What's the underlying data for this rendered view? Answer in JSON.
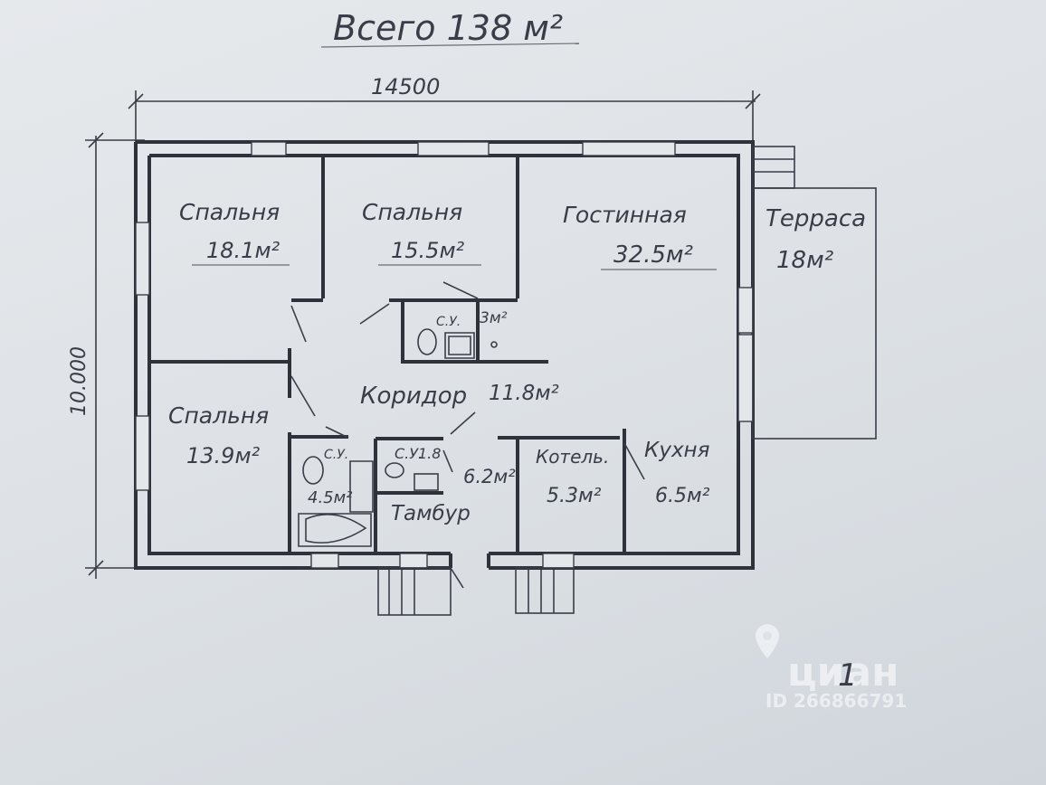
{
  "plan": {
    "title": "Всего 138 м²",
    "dimensions": {
      "width": "14500",
      "height": "10.000"
    },
    "rooms": [
      {
        "name": "Спальня",
        "area": "18.1м²"
      },
      {
        "name": "Спальня",
        "area": "15.5м²"
      },
      {
        "name": "Гостинная",
        "area": "32.5м²"
      },
      {
        "name": "Терраса",
        "area": "18м²"
      },
      {
        "name": "С.У.",
        "area": "3м²"
      },
      {
        "name": "Коридор",
        "area": "11.8м²"
      },
      {
        "name": "Спальня",
        "area": "13.9м²"
      },
      {
        "name": "С.У.",
        "area": "4.5м²"
      },
      {
        "name": "С.У.",
        "area": "1.8"
      },
      {
        "name": "Тамбур",
        "area": "6.2м²"
      },
      {
        "name": "Котель.",
        "area": "5.3м²"
      },
      {
        "name": "Кухня",
        "area": "6.5м²"
      }
    ]
  },
  "watermark": {
    "brand": "циан",
    "id": "ID 266866791",
    "mark": "1"
  },
  "colors": {
    "ink": "#3a3d48",
    "paper": "#e2e5e8"
  },
  "icons": [
    "location-pin-icon"
  ]
}
